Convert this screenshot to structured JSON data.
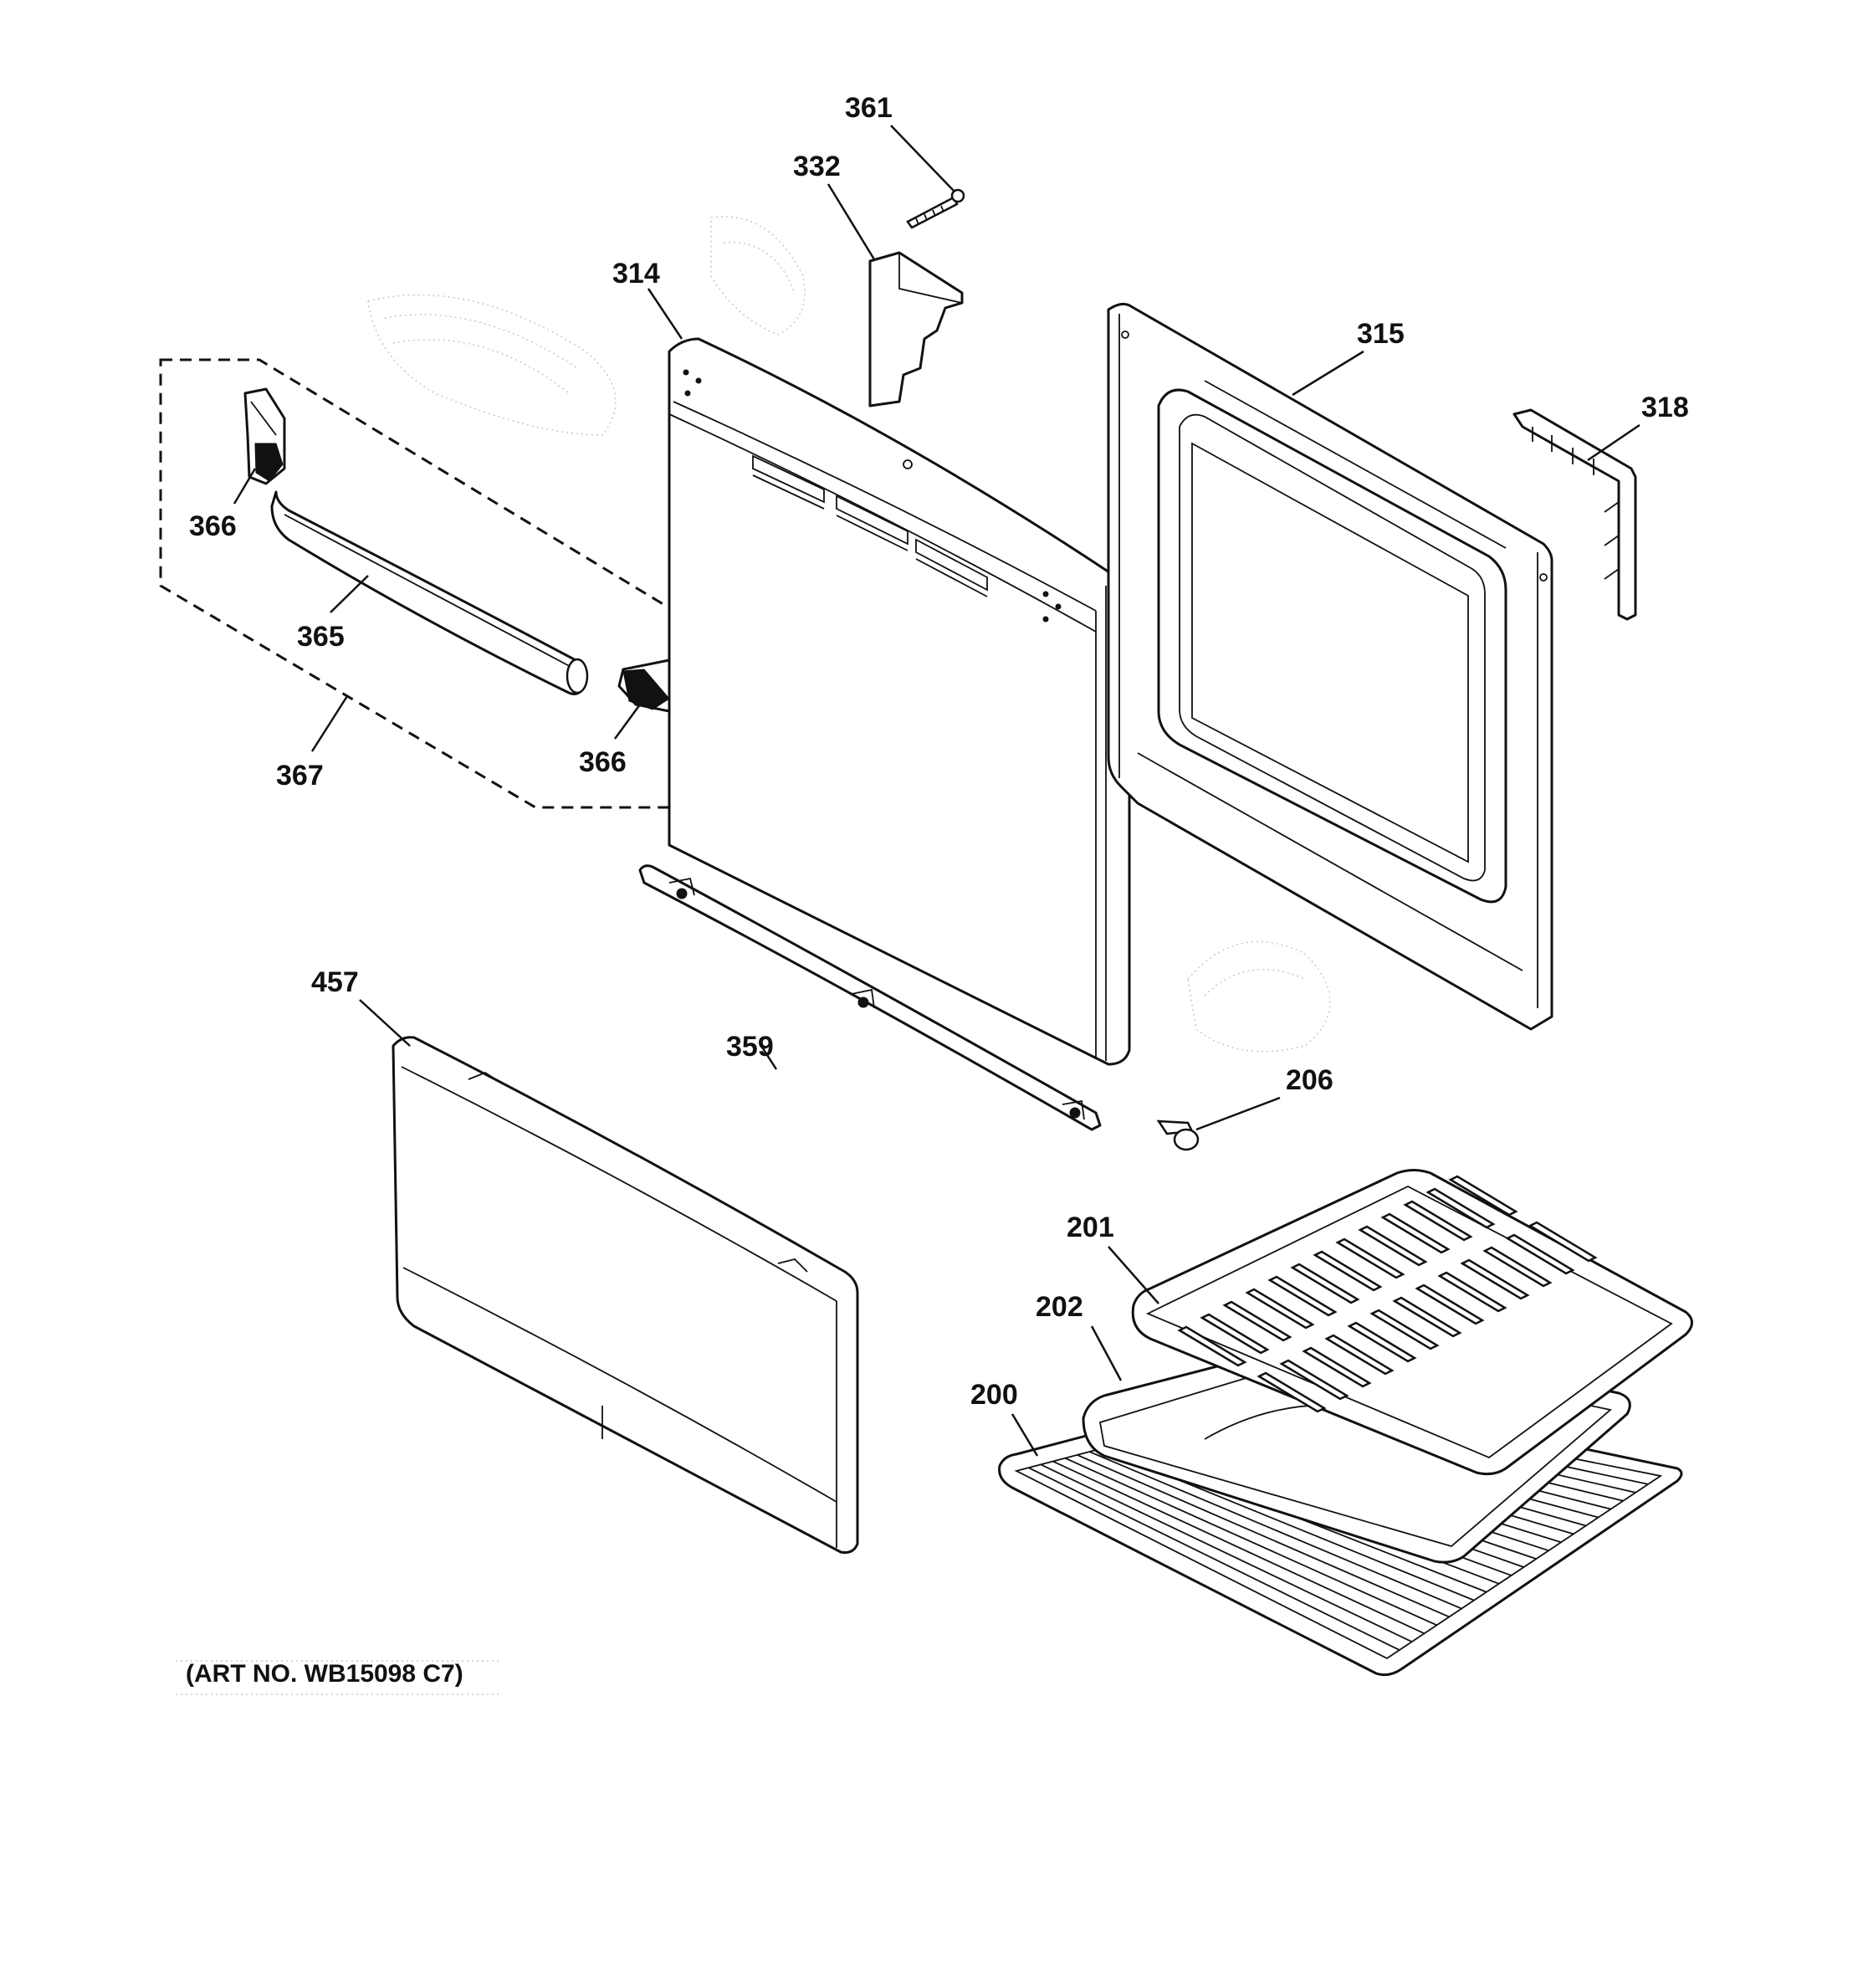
{
  "callouts": {
    "c361": "361",
    "c332": "332",
    "c314": "314",
    "c315": "315",
    "c318": "318",
    "c366a": "366",
    "c365": "365",
    "c367": "367",
    "c366b": "366",
    "c457": "457",
    "c359": "359",
    "c206": "206",
    "c201": "201",
    "c202": "202",
    "c200": "200"
  },
  "art_number": "(ART NO. WB15098 C7)"
}
